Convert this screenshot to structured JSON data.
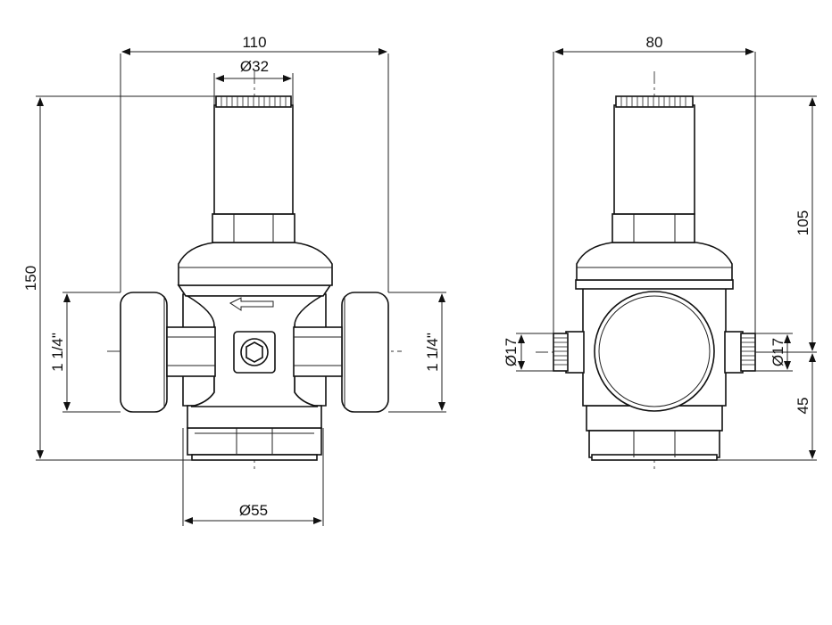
{
  "views": {
    "front": {
      "dims": {
        "overall_width": "110",
        "cap_diameter": "Ø32",
        "overall_height": "150",
        "inlet_thread": "1 1/4\"",
        "outlet_thread": "1 1/4\"",
        "bowl_diameter": "Ø55"
      }
    },
    "side": {
      "dims": {
        "depth": "80",
        "upper_height": "105",
        "lower_height": "45",
        "gauge_port_left": "Ø17",
        "gauge_port_right": "Ø17"
      }
    }
  }
}
